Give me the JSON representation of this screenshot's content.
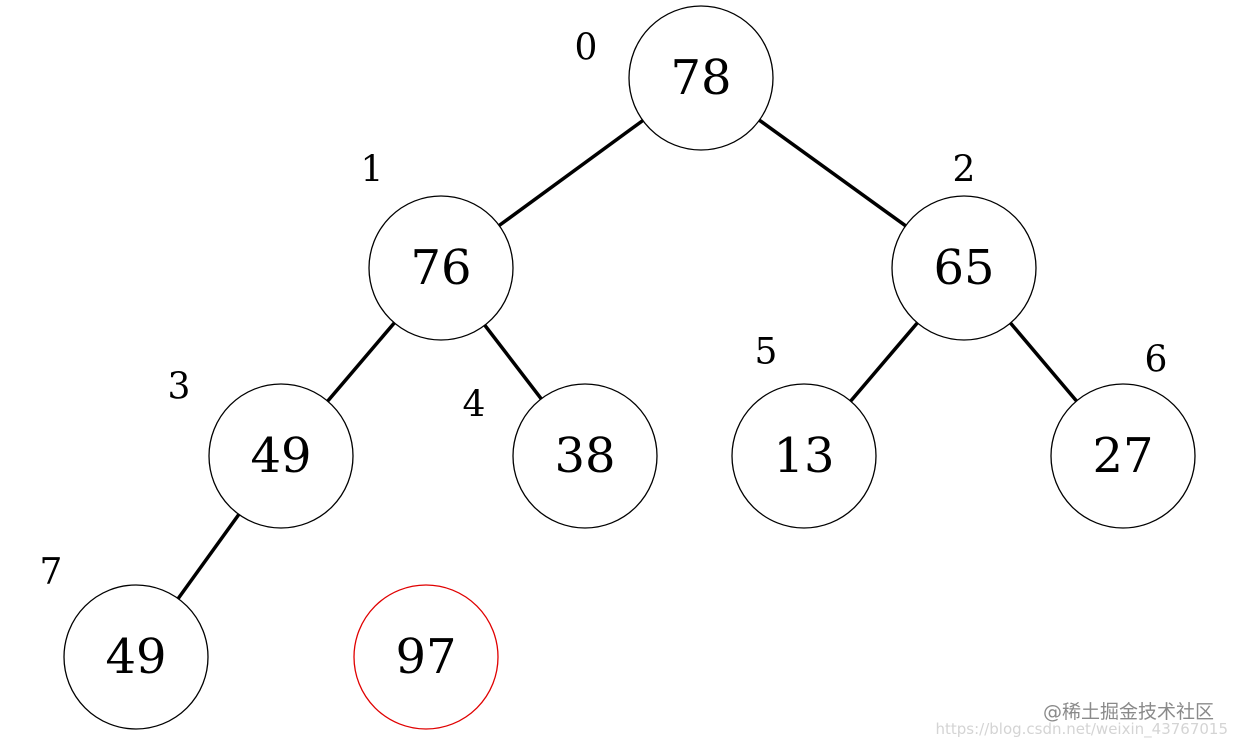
{
  "colors": {
    "node_stroke": "#000000",
    "new_node_stroke": "#e00000",
    "edge": "#000000",
    "background": "#ffffff"
  },
  "tree": {
    "nodes": [
      {
        "id": "n0",
        "index": "0",
        "value": "78",
        "highlight": false
      },
      {
        "id": "n1",
        "index": "1",
        "value": "76",
        "highlight": false
      },
      {
        "id": "n2",
        "index": "2",
        "value": "65",
        "highlight": false
      },
      {
        "id": "n3",
        "index": "3",
        "value": "49",
        "highlight": false
      },
      {
        "id": "n4",
        "index": "4",
        "value": "38",
        "highlight": false
      },
      {
        "id": "n5",
        "index": "5",
        "value": "13",
        "highlight": false
      },
      {
        "id": "n6",
        "index": "6",
        "value": "27",
        "highlight": false
      },
      {
        "id": "n7",
        "index": "7",
        "value": "49",
        "highlight": false
      },
      {
        "id": "n8",
        "index": "",
        "value": "97",
        "highlight": true
      }
    ],
    "edges": [
      {
        "from": "n0",
        "to": "n1"
      },
      {
        "from": "n0",
        "to": "n2"
      },
      {
        "from": "n1",
        "to": "n3"
      },
      {
        "from": "n1",
        "to": "n4"
      },
      {
        "from": "n2",
        "to": "n5"
      },
      {
        "from": "n2",
        "to": "n6"
      },
      {
        "from": "n3",
        "to": "n7"
      }
    ]
  },
  "watermark": {
    "brand": "@稀土掘金技术社区",
    "url": "https://blog.csdn.net/weixin_43767015"
  }
}
